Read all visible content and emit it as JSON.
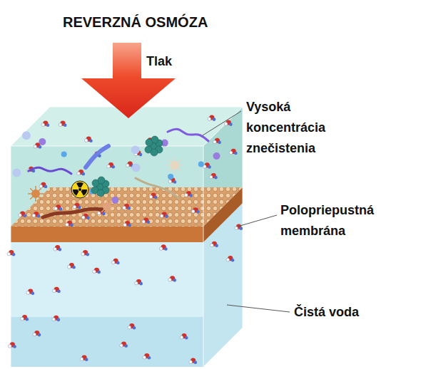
{
  "diagram": {
    "title": "REVERZNÁ OSMÓZA",
    "labels": [
      "Tlak",
      "Vysoká koncentrácia znečistenia",
      "Polopriepustná membrána",
      "Čistá voda"
    ]
  }
}
